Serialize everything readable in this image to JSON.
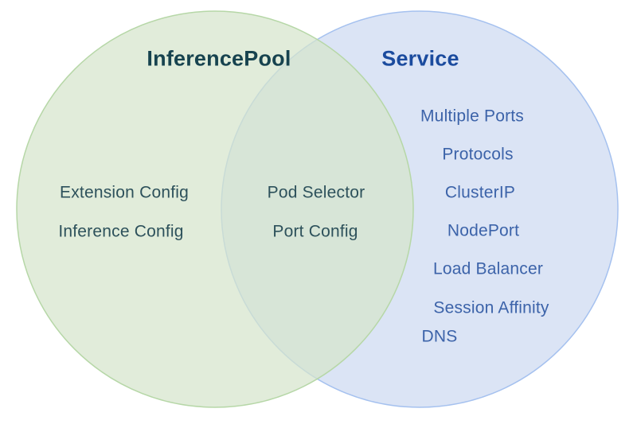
{
  "diagram": {
    "type": "venn",
    "left": {
      "title": "InferencePool",
      "items": [
        "Extension Config",
        "Inference Config"
      ]
    },
    "overlap": {
      "items": [
        "Pod Selector",
        "Port Config"
      ]
    },
    "right": {
      "title": "Service",
      "items": [
        "Multiple Ports",
        "Protocols",
        "ClusterIP",
        "NodePort",
        "Load Balancer",
        "Session Affinity",
        "DNS"
      ]
    },
    "colors": {
      "left_fill": "#d6e5cc",
      "left_stroke": "#b6d7a7",
      "left_title_text": "#17434f",
      "left_item_text": "#2d515b",
      "right_fill": "#dbe4f5",
      "right_stroke": "#a5c1ef",
      "right_title_text": "#1b4b9e",
      "right_item_text": "#3c63a9",
      "overlap_fill": "#d8e5dc",
      "background": "#ffffff"
    }
  }
}
